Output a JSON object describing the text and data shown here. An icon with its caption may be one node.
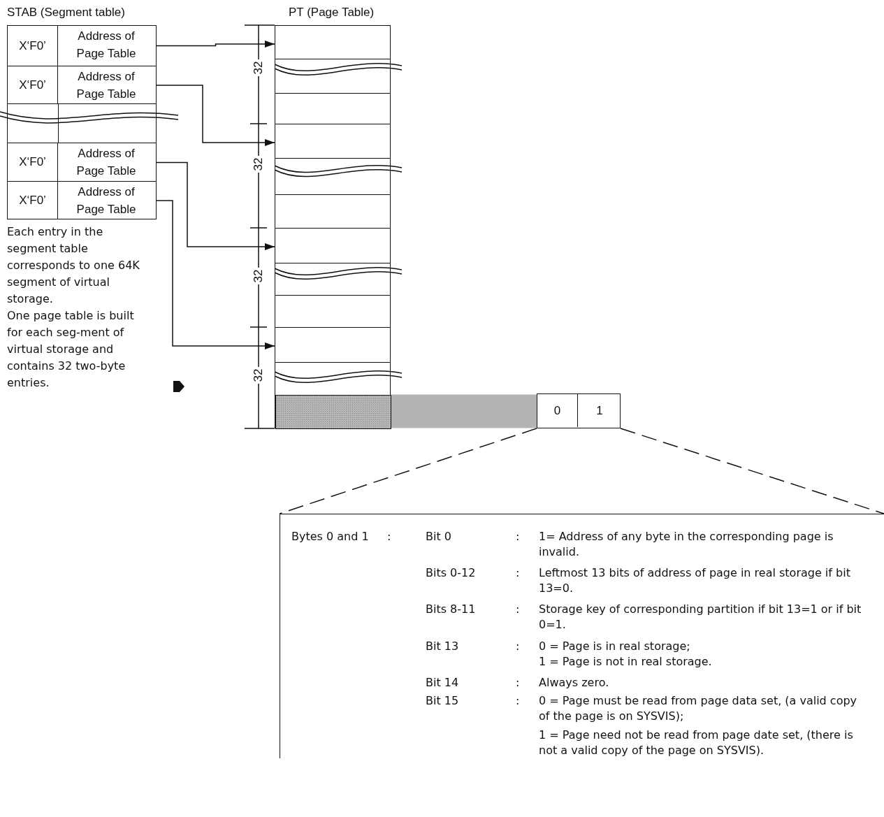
{
  "diagram": {
    "nodes": [
      {
        "text": [
          "STAB (Segment table)"
        ]
      },
      {
        "text": [
          "X‘F0’",
          "Address of Page Table"
        ],
        "in": 0
      },
      {
        "text": [
          "X‘F0’",
          "Address of Page Table"
        ],
        "in": 0
      },
      {
        "text": [],
        "shape": "box",
        "in": 0
      },
      {
        "text": [
          "X‘F0’",
          "Address of Page Table"
        ],
        "in": 0
      },
      {
        "text": [
          "X‘F0’",
          "Address of Page Table"
        ],
        "in": 0
      },
      {
        "text": [
          "PT (Page Table)"
        ]
      },
      {
        "text": [],
        "shape": "box",
        "in": 6
      },
      {
        "text": [],
        "shape": "box",
        "in": 6
      },
      {
        "text": [],
        "shape": "box",
        "in": 6
      },
      {
        "text": [],
        "shape": "box",
        "in": 6
      },
      {
        "text": [],
        "shape": "bar",
        "in": 10
      },
      {
        "text": [
          "0",
          "1"
        ]
      },
      {
        "text": [
          "Bytes 0 and 1",
          ":",
          "Bit 0",
          ":",
          "1= Address of any byte in the corresponding page is invalid.",
          "Bits 0-12",
          ":",
          "Leftmost 13 bits of address of page in real storage if bit 13=0.",
          "Bits 8-11",
          ":",
          "Storage key of corresponding partition if bit 13=1 or if bit 0=1.",
          "Bit 13",
          ":",
          "0 = Page is in real storage;",
          "1 = Page is not in real storage.",
          "Bit 14",
          ":",
          "Always zero.",
          "Bit 15",
          ":",
          "0 = Page must be read from page data set, (a valid copy of the page is on SYSVIS);",
          "1 = Page need not be read from page date set, (there is not a valid copy of the page on SYSVIS)."
        ]
      }
    ],
    "edges": [
      {
        "from": 1,
        "to": 7,
        "arrow": "to"
      },
      {
        "from": 2,
        "to": 8,
        "arrow": "to"
      },
      {
        "from": 4,
        "to": 9,
        "arrow": "to"
      },
      {
        "from": 5,
        "to": 10,
        "arrow": "to"
      },
      {
        "from": 11,
        "to": 12,
        "arrow": "none",
        "style": "thick",
        "color": "#b4b4b4"
      },
      {
        "from": 12,
        "to": 13,
        "arrow": "none",
        "style": "dashed"
      },
      {
        "from": 12,
        "to": 13,
        "arrow": "none",
        "style": "dashed"
      }
    ],
    "labels": [
      "Each entry in the segment table corresponds to one 64K segment of virtual storage.",
      "One page table is built for each seg-ment of virtual storage and contains 32 two-byte entries.",
      "32",
      "32",
      "32",
      "32"
    ]
  }
}
